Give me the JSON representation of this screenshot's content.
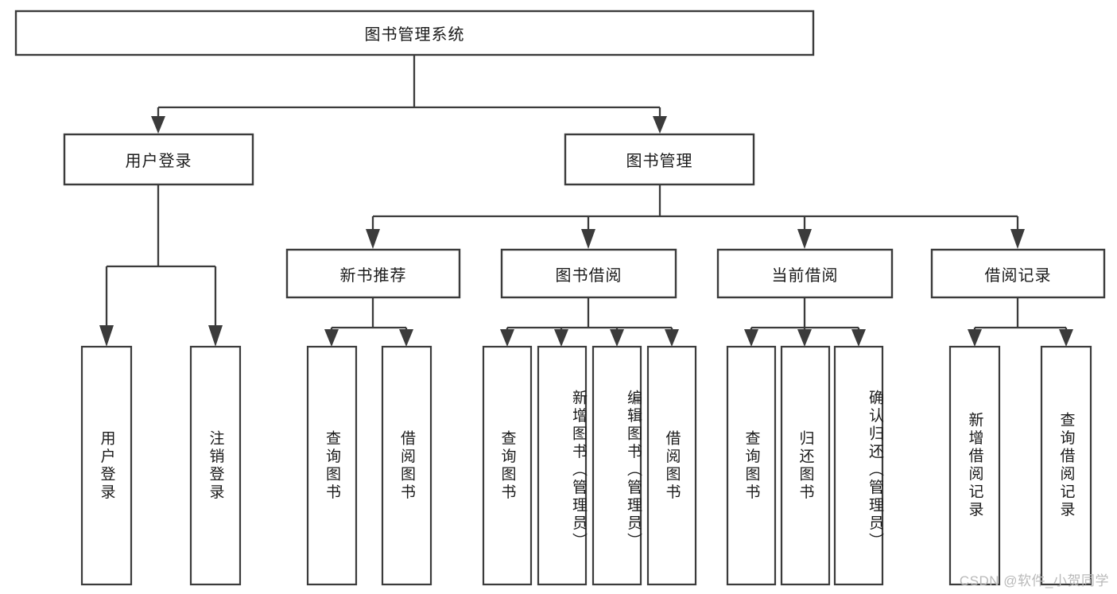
{
  "diagram": {
    "type": "tree-hierarchy",
    "title": "图书管理系统",
    "watermark": "CSDN @软件_小贺同学",
    "colors": {
      "box_stroke": "#3b3b3b",
      "box_fill": "#ffffff",
      "text": "#1a1a1a",
      "connector": "#3b3b3b",
      "watermark": "#b9b9b9",
      "background": "#ffffff"
    },
    "root": {
      "label": "图书管理系统",
      "orientation": "horizontal"
    },
    "level1": [
      {
        "label": "用户登录",
        "orientation": "horizontal"
      },
      {
        "label": "图书管理",
        "orientation": "horizontal"
      }
    ],
    "level2": [
      {
        "label": "新书推荐",
        "orientation": "horizontal",
        "parent": "图书管理"
      },
      {
        "label": "图书借阅",
        "orientation": "horizontal",
        "parent": "图书管理"
      },
      {
        "label": "当前借阅",
        "orientation": "horizontal",
        "parent": "图书管理"
      },
      {
        "label": "借阅记录",
        "orientation": "horizontal",
        "parent": "图书管理"
      }
    ],
    "leaves": {
      "用户登录": [
        {
          "label": "用户登录",
          "orientation": "vertical"
        },
        {
          "label": "注销登录",
          "orientation": "vertical"
        }
      ],
      "新书推荐": [
        {
          "label": "查询图书",
          "orientation": "vertical"
        },
        {
          "label": "借阅图书",
          "orientation": "vertical"
        }
      ],
      "图书借阅": [
        {
          "label": "查询图书",
          "orientation": "vertical"
        },
        {
          "label": "新增图书（管理员）",
          "orientation": "vertical"
        },
        {
          "label": "编辑图书（管理员）",
          "orientation": "vertical"
        },
        {
          "label": "借阅图书",
          "orientation": "vertical"
        }
      ],
      "当前借阅": [
        {
          "label": "查询图书",
          "orientation": "vertical"
        },
        {
          "label": "归还图书",
          "orientation": "vertical"
        },
        {
          "label": "确认归还（管理员）",
          "orientation": "vertical"
        }
      ],
      "借阅记录": [
        {
          "label": "新增借阅记录",
          "orientation": "vertical"
        },
        {
          "label": "查询借阅记录",
          "orientation": "vertical"
        }
      ]
    }
  }
}
